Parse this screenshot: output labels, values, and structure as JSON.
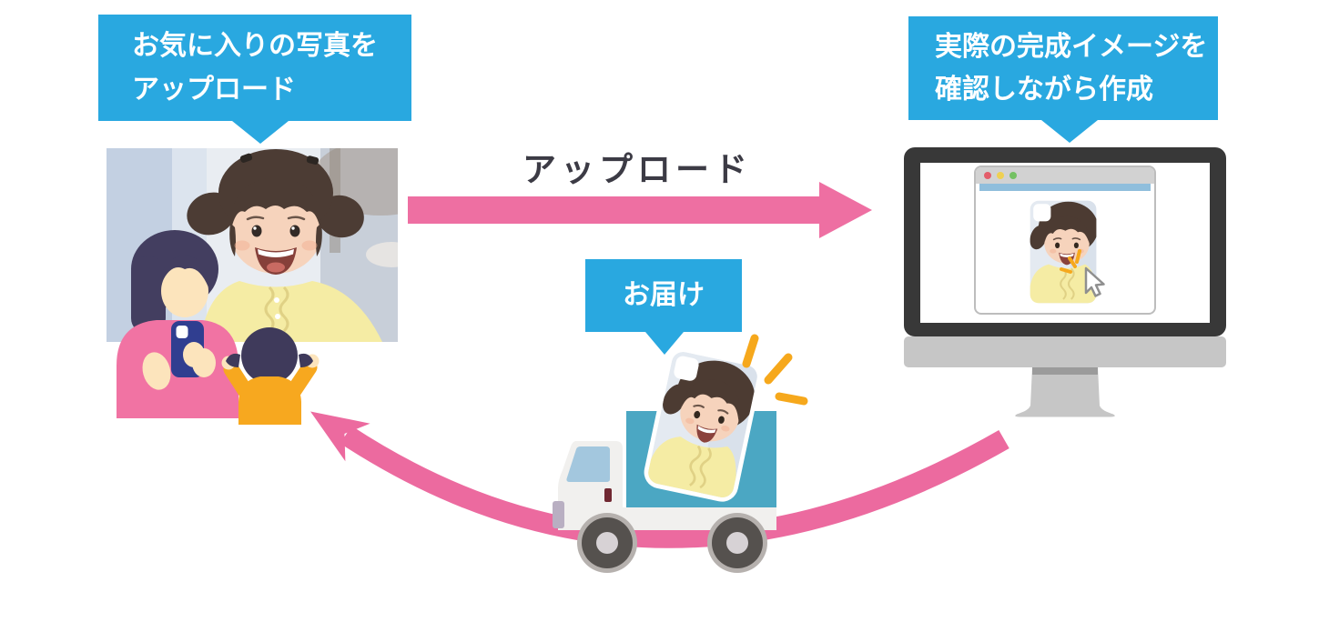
{
  "callouts": {
    "upload": {
      "line1": "お気に入りの写真を",
      "line2": "アップロード"
    },
    "preview": {
      "line1": "実際の完成イメージを",
      "line2": "確認しながら作成"
    },
    "delivery": {
      "label": "お届け"
    }
  },
  "arrows": {
    "upload_label": "アップロード"
  },
  "colors": {
    "callout_blue": "#29A8E0",
    "upload_arrow_pink": "#EE6FA2",
    "return_arrow_pink": "#EC6A9F",
    "sparkle_orange": "#F6A81C",
    "label_dark": "#3C3B45",
    "monitor_frame_dark": "#383838",
    "monitor_stand_gray": "#C6C6C6",
    "truck_bed_teal": "#4BA7C3",
    "mother_sweater_pink": "#F173A3",
    "boy_shirt_orange": "#F7A81F",
    "phone_navy": "#303E90"
  },
  "icons": {
    "cursor": "arrow-cursor-icon",
    "click_sparkle": "click-sparkle-icon",
    "window_buttons": [
      "red-dot",
      "yellow-dot",
      "green-dot"
    ]
  }
}
